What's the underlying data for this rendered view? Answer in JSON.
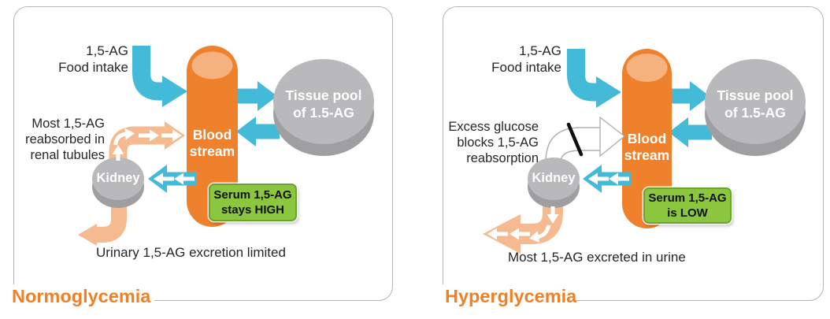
{
  "colors": {
    "orange": "#f0812c",
    "orange_light": "#f5b27f",
    "peach": "#f5ba8f",
    "blue": "#44bad9",
    "gray_light": "#b9b9bb",
    "gray_dark": "#9f9fa1",
    "green": "#8cc63f",
    "green_border": "#6ca332",
    "title_orange": "#f08026",
    "panel_border": "#b5b5b5"
  },
  "panels": [
    {
      "title": "Normoglycemia",
      "food_intake_label": "1,5-AG\nFood intake",
      "blood_stream_label": "Blood\nstream",
      "tissue_pool_label": "Tissue pool\nof 1.5-AG",
      "kidney_label": "Kidney",
      "side_note": "Most 1,5-AG\nreabsorbed in\nrenal tubules",
      "serum_label": "Serum 1,5-AG\nstays HIGH",
      "bottom_caption": "Urinary 1,5-AG excretion limited"
    },
    {
      "title": "Hyperglycemia",
      "food_intake_label": "1,5-AG\nFood intake",
      "blood_stream_label": "Blood\nstream",
      "tissue_pool_label": "Tissue pool\nof 1.5-AG",
      "kidney_label": "Kidney",
      "side_note": "Excess glucose\nblocks 1,5-AG\nreabsorption",
      "serum_label": "Serum 1,5-AG\nis LOW",
      "bottom_caption": "Most 1,5-AG excreted in urine"
    }
  ]
}
